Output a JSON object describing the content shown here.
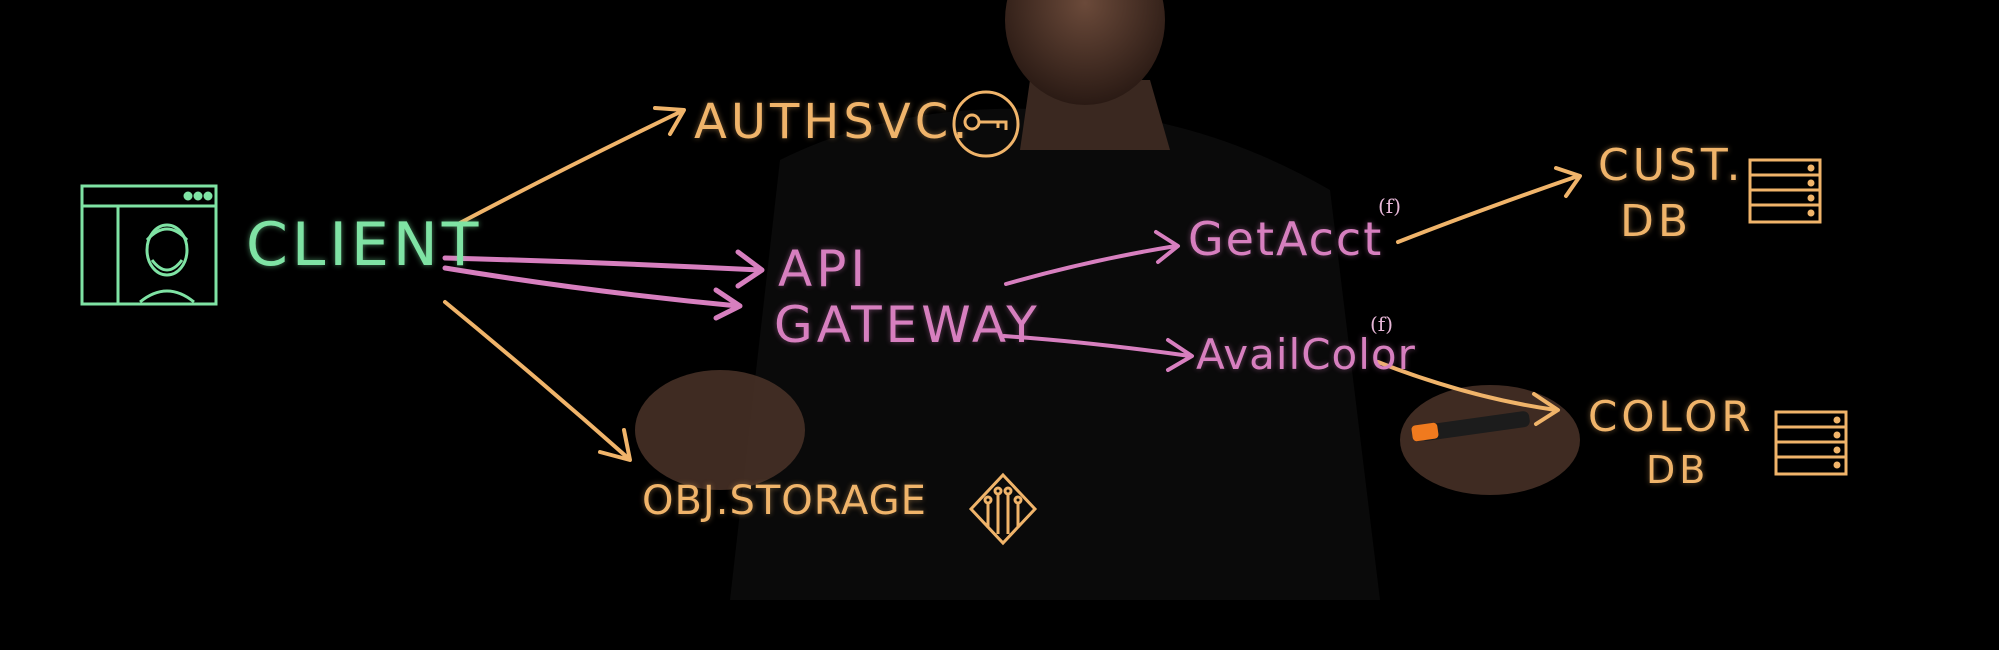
{
  "colors": {
    "client": "#7fe3a4",
    "orange": "#f0b46a",
    "pink": "#d77fbf",
    "background": "#000000"
  },
  "nodes": {
    "client": "CLIENT",
    "auth": "AUTHSVC.",
    "gateway_line1": "API",
    "gateway_line2": "GATEWAY",
    "get_acct": "GetAcct",
    "avail_color": "AvailColor",
    "function_marker": "(f)",
    "cust_db_line1": "CUST.",
    "cust_db_line2": "DB",
    "color_db_line1": "COLOR",
    "color_db_line2": "DB",
    "storage": "OBJ.STORAGE"
  },
  "icons": {
    "client": "browser-window-user-icon",
    "auth": "key-icon",
    "storage": "object-storage-icon",
    "cust_db": "database-icon",
    "color_db": "database-icon"
  }
}
